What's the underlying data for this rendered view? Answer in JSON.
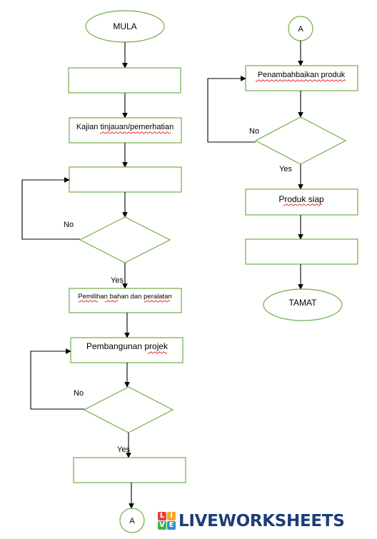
{
  "flowchart": {
    "start_label": "MULA",
    "end_label": "TAMAT",
    "connector_label": "A",
    "process_2_label": "Kajian tinjauan/pemerhatian",
    "process_4_label": "Pemilihan bahan dan peralatan",
    "process_5_label": "Pembangunan projek",
    "process_7_label": "Penambahbaikan produk",
    "process_8_label": "Produk siap",
    "yes_label": "Yes",
    "no_label": "No"
  },
  "brand": {
    "badge_letters": [
      "L",
      "I",
      "V",
      "E"
    ],
    "badge_colors": [
      "#e8413b",
      "#f6a623",
      "#3eb34f",
      "#2b8fd6"
    ],
    "name": "LIVEWORKSHEETS",
    "name_color": "#1e3d7a"
  },
  "colors": {
    "shape_border": "#70ad47",
    "arrow": "#000000",
    "spellcheck": "#e02020"
  }
}
